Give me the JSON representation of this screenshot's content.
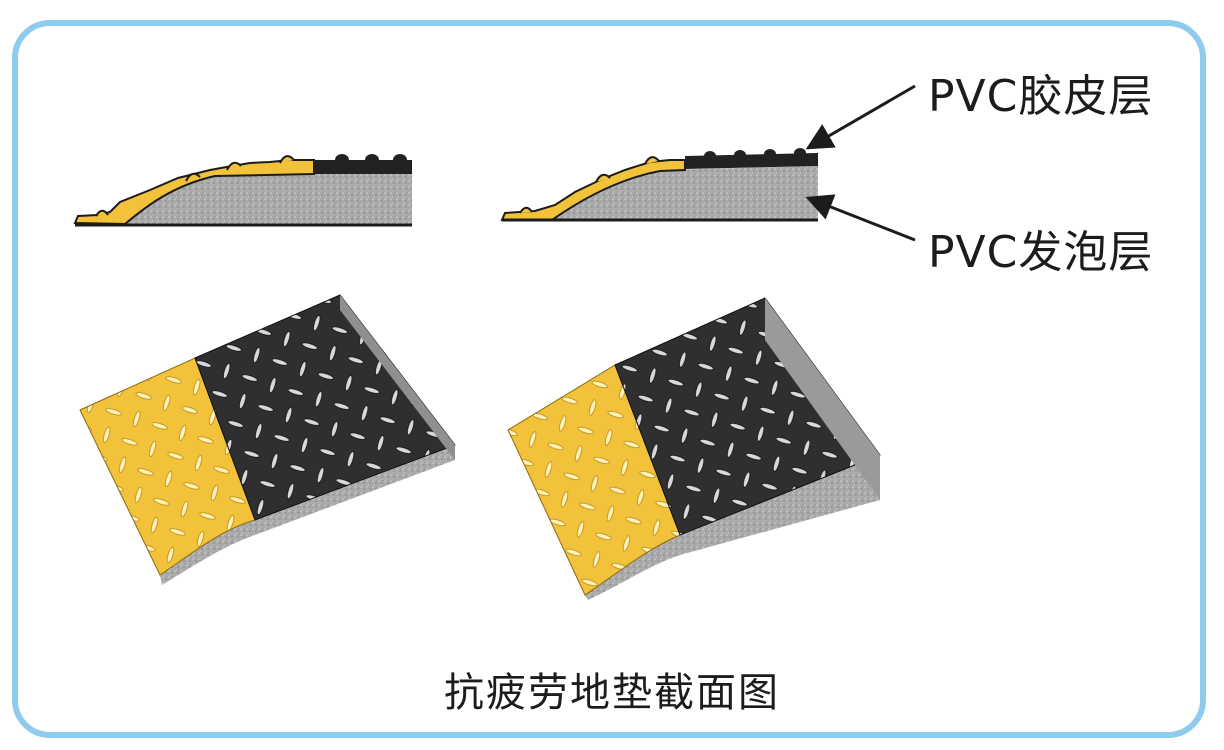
{
  "labels": {
    "top_layer": "PVC胶皮层",
    "bottom_layer": "PVC发泡层"
  },
  "caption": "抗疲劳地垫截面图",
  "colors": {
    "frame_border": "#8ecbed",
    "yellow_surface": "#f2c23a",
    "black_surface": "#2b2b2b",
    "foam_gray": "#a9a9a9"
  }
}
